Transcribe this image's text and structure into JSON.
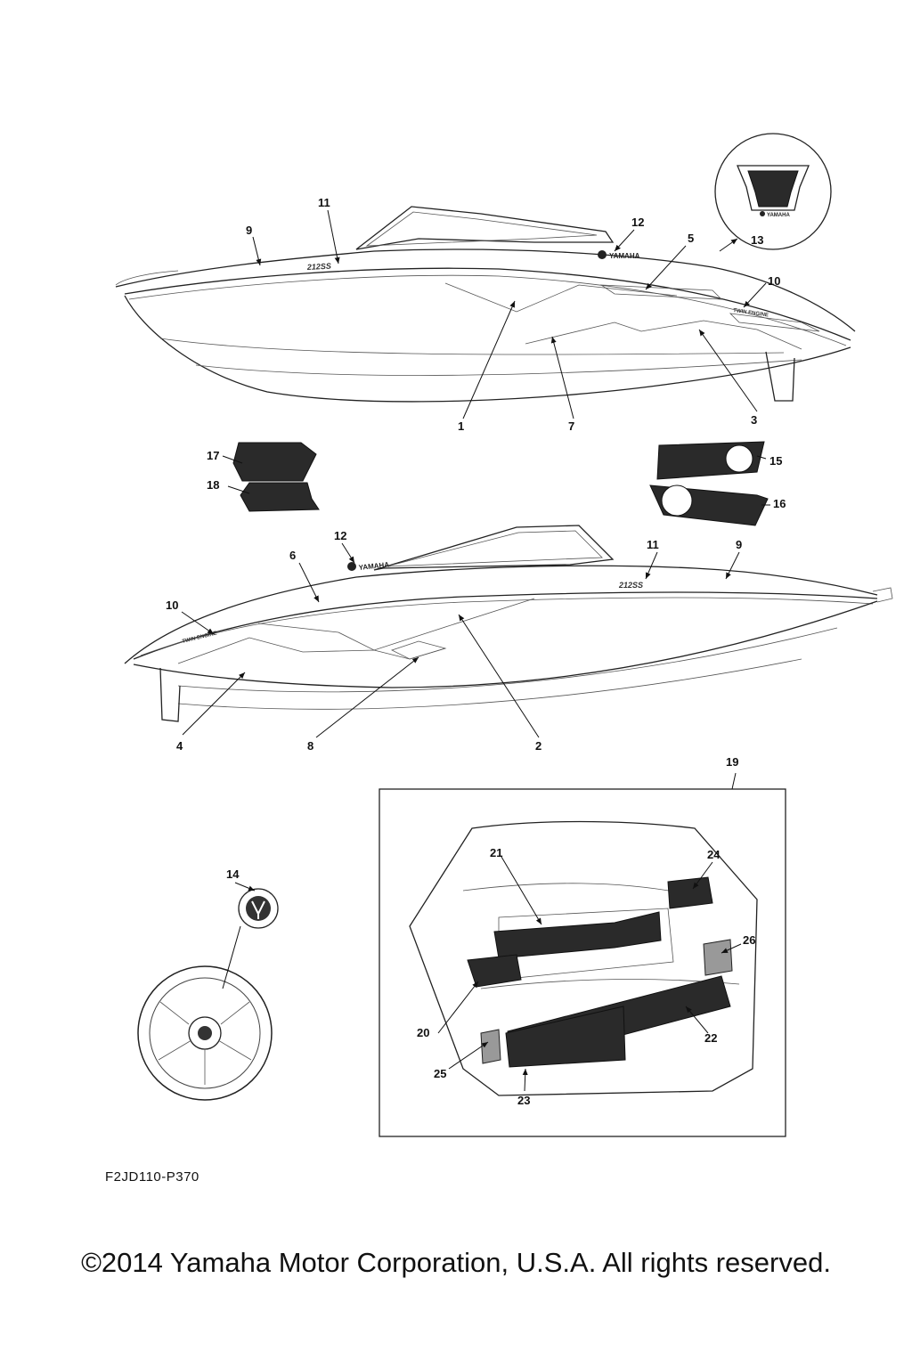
{
  "callouts": [
    "1",
    "2",
    "3",
    "4",
    "5",
    "6",
    "7",
    "8",
    "9",
    "10",
    "11",
    "12",
    "13",
    "14",
    "15",
    "16",
    "17",
    "18",
    "19",
    "20",
    "21",
    "22",
    "23",
    "24",
    "25",
    "26"
  ],
  "decal_text": {
    "model": "212SS",
    "brand": "YAMAHA",
    "engine": "TWIN ENGINE"
  },
  "diagram_code": "F2JD110-P370",
  "copyright": "©2014 Yamaha Motor Corporation, U.S.A. All rights reserved."
}
